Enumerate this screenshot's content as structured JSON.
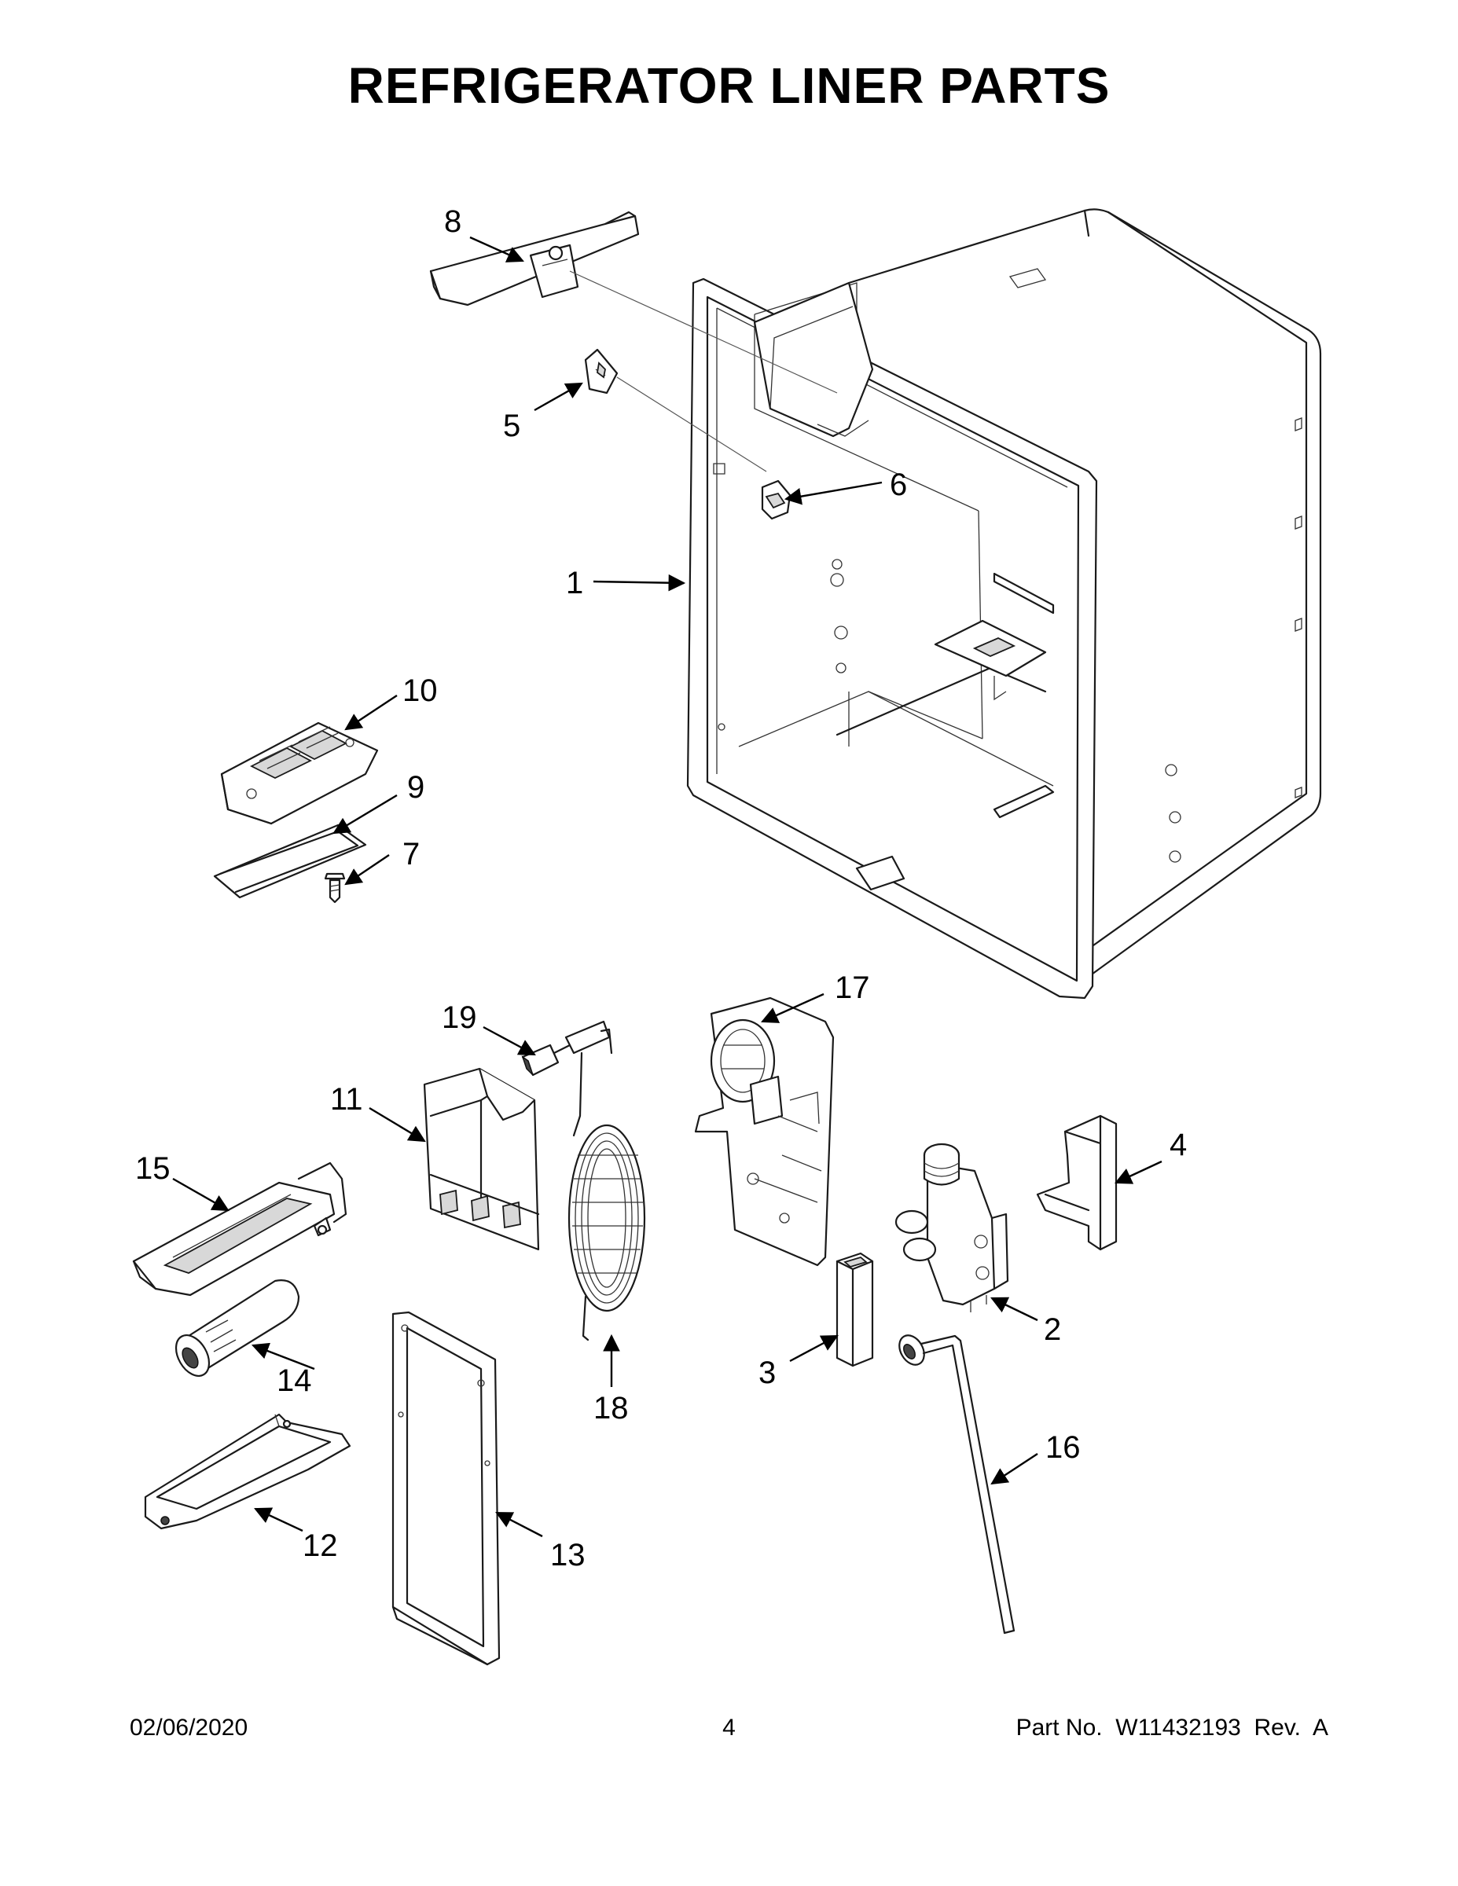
{
  "page": {
    "title": "REFRIGERATOR LINER PARTS"
  },
  "footer": {
    "date": "02/06/2020",
    "page_number": "4",
    "part_info": "Part No.  W11432193  Rev.  A"
  },
  "callouts": [
    {
      "id": "c1",
      "label": "1"
    },
    {
      "id": "c2",
      "label": "2"
    },
    {
      "id": "c3",
      "label": "3"
    },
    {
      "id": "c4",
      "label": "4"
    },
    {
      "id": "c5",
      "label": "5"
    },
    {
      "id": "c6",
      "label": "6"
    },
    {
      "id": "c7",
      "label": "7"
    },
    {
      "id": "c8",
      "label": "8"
    },
    {
      "id": "c9",
      "label": "9"
    },
    {
      "id": "c10",
      "label": "10"
    },
    {
      "id": "c11",
      "label": "11"
    },
    {
      "id": "c12",
      "label": "12"
    },
    {
      "id": "c13",
      "label": "13"
    },
    {
      "id": "c14",
      "label": "14"
    },
    {
      "id": "c15",
      "label": "15"
    },
    {
      "id": "c16",
      "label": "16"
    },
    {
      "id": "c17",
      "label": "17"
    },
    {
      "id": "c18",
      "label": "18"
    },
    {
      "id": "c19",
      "label": "19"
    }
  ]
}
